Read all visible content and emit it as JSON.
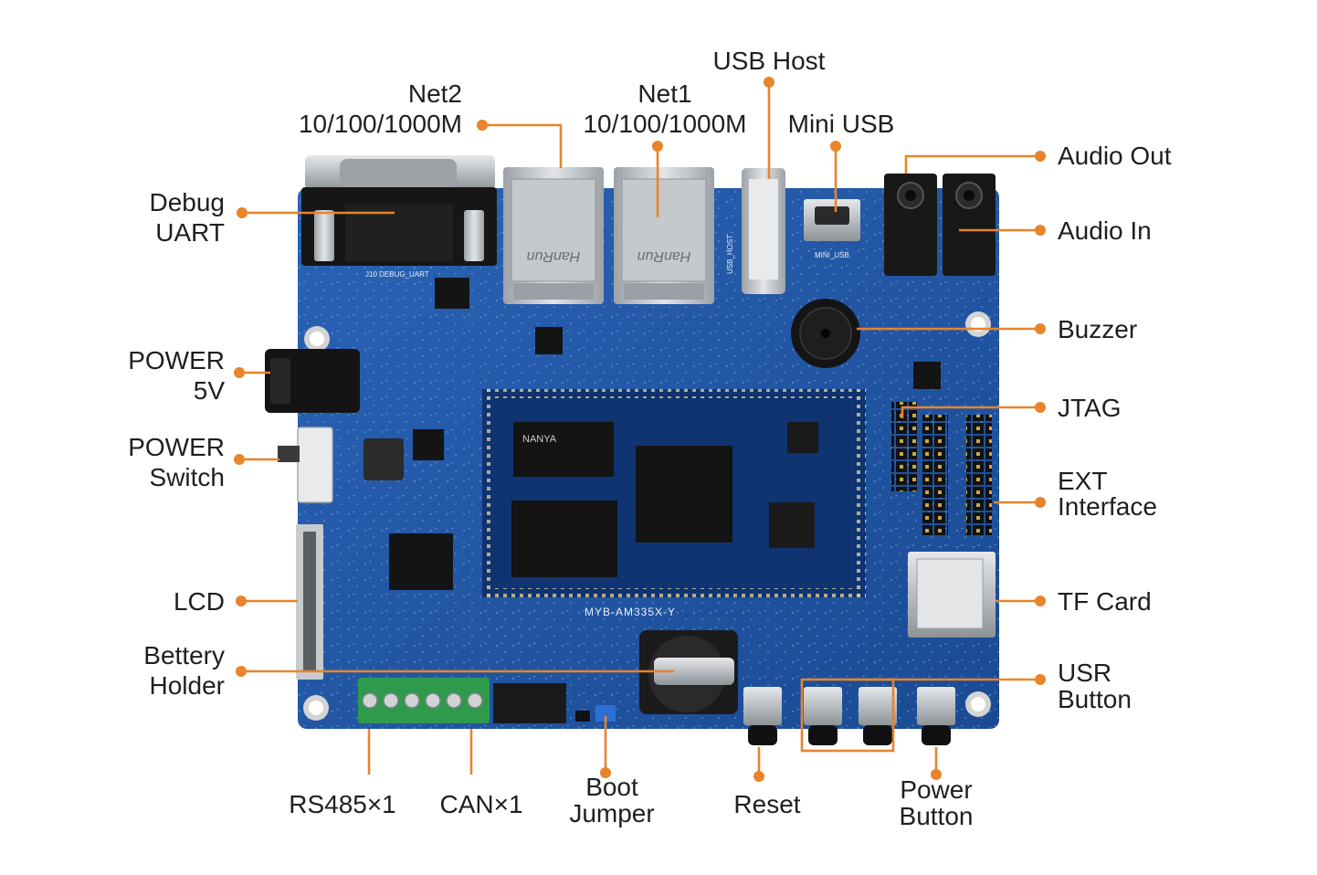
{
  "colors": {
    "leader": "#e8842b",
    "board": "#1c4f9a",
    "board_dark": "#123a76",
    "som": "#0f3471",
    "chip": "#141414",
    "metal": "#c9cdd2",
    "label_text": "#1f1f1f",
    "terminal_green": "#2f9a4b"
  },
  "labels": {
    "net2": [
      "Net2",
      "10/100/1000M"
    ],
    "net1": [
      "Net1",
      "10/100/1000M"
    ],
    "usb_host": [
      "USB Host"
    ],
    "mini_usb": [
      "Mini USB"
    ],
    "audio_out": [
      "Audio Out"
    ],
    "audio_in": [
      "Audio In"
    ],
    "debug_uart": [
      "Debug",
      "UART"
    ],
    "power_5v": [
      "POWER",
      "5V"
    ],
    "power_switch": [
      "POWER",
      "Switch"
    ],
    "lcd": [
      "LCD"
    ],
    "battery_holder": [
      "Bettery",
      "Holder"
    ],
    "buzzer": [
      "Buzzer"
    ],
    "jtag": [
      "JTAG"
    ],
    "ext_interface": [
      "EXT",
      "Interface"
    ],
    "tf_card": [
      "TF Card"
    ],
    "usr_button": [
      "USR",
      "Button"
    ],
    "rs485": [
      "RS485×1"
    ],
    "can": [
      "CAN×1"
    ],
    "boot_jumper": [
      "Boot",
      "Jumper"
    ],
    "reset": [
      "Reset"
    ],
    "power_button": [
      "Power",
      "Button"
    ]
  },
  "board_silkscreen": {
    "model": "MYB-AM335X-Y",
    "debug_uart": "J10 DEBUG_UART",
    "mini_usb": "MINI_USB",
    "usb_host": "USB_HOST",
    "jack_brand": "HanRun",
    "ram_brand": "NANYA"
  },
  "icons": {
    "leader_dot": "circle-marker-icon"
  }
}
